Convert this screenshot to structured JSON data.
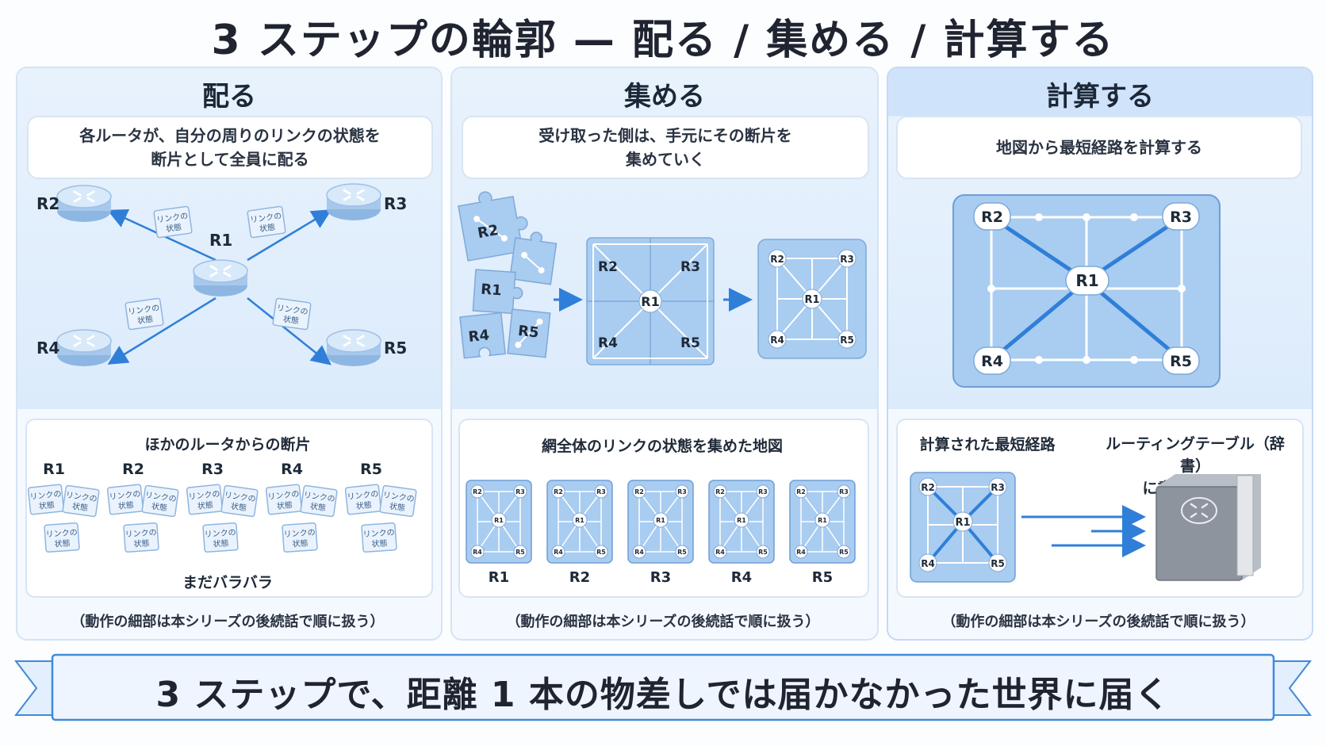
{
  "title": "3 ステップの輪郭 — 配る / 集める / 計算する",
  "columns": [
    {
      "head": "配る",
      "desc_line1": "各ルータが、自分の周りのリンクの状態を",
      "desc_line2": "断片として全員に配る",
      "routers": [
        "R1",
        "R2",
        "R3",
        "R4",
        "R5"
      ],
      "card_line1": "リンクの",
      "card_line2": "状態",
      "sub_title": "ほかのルータからの断片",
      "sub_caption": "まだバラバラ",
      "note": "（動作の細部は本シリーズの後続話で順に扱う）"
    },
    {
      "head": "集める",
      "desc_line1": "受け取った側は、手元にその断片を",
      "desc_line2": "集めていく",
      "sub_title": "網全体のリンクの状態を集めた地図",
      "note": "（動作の細部は本シリーズの後続話で順に扱う）"
    },
    {
      "head": "計算する",
      "desc_line1": "地図から最短経路を計算する",
      "sub_left_title": "計算された最短経路",
      "sub_right_line1": "ルーティングテーブル（辞書）",
      "sub_right_line2": "に書き込まれる",
      "note": "（動作の細部は本シリーズの後続話で順に扱う）"
    }
  ],
  "banner": "3 ステップで、距離 1 本の物差しでは届かなかった世界に届く",
  "colors": {
    "accent": "#2f7fd8",
    "panel": "#f4f9ff",
    "puzzle": "#a9ccf1"
  }
}
